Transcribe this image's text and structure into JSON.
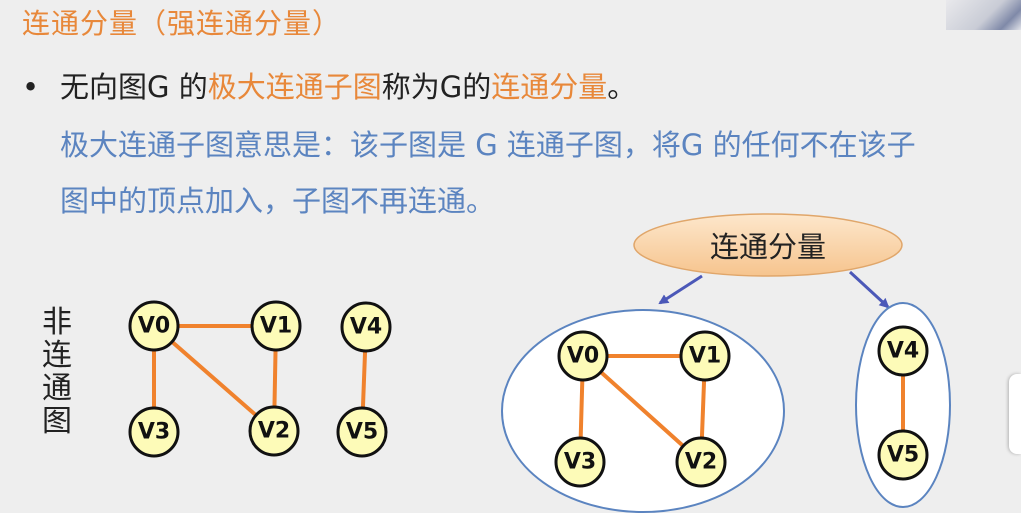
{
  "title": "连通分量（强连通分量）",
  "bullet": {
    "prefix": "无向图G 的",
    "highlight1": "极大连通子图",
    "mid": "称为G的",
    "highlight2": "连通分量",
    "suffix": "。"
  },
  "note": {
    "line1": "极大连通子图意思是：该子图是 G 连通子图，将G 的任何不在该子",
    "line2": "图中的顶点加入，子图不再连通。"
  },
  "left_label": [
    "非",
    "连",
    "通",
    "图"
  ],
  "component_label": "连通分量",
  "vertices": [
    "V0",
    "V1",
    "V2",
    "V3",
    "V4",
    "V5"
  ],
  "colors": {
    "title": "#e8883a",
    "note": "#5b84c0",
    "edge": "#f0822d",
    "node_fill": "#fdfbb8",
    "ellipse_border": "#5b84c0",
    "arrow": "#4b58b8"
  }
}
